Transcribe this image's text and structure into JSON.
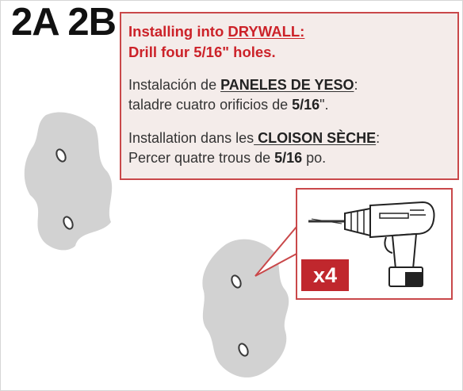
{
  "step": {
    "label": "2A 2B"
  },
  "callout": {
    "en_line1_prefix": "Installing  into ",
    "en_line1_emph": "DRYWALL:",
    "en_line2": "Drill four 5/16\" holes.",
    "es_line1_prefix": "Instalación de ",
    "es_line1_emph": "PANELES DE YESO",
    "es_line1_suffix": ":",
    "es_line2_prefix": "taladre cuatro orificios de ",
    "es_line2_emph": "5/16",
    "es_line2_suffix": "\".",
    "fr_line1_prefix": "Installation dans les",
    "fr_line1_emph": " CLOISON SÈCHE",
    "fr_line1_suffix": ":",
    "fr_line2_prefix": "Percer quatre trous de ",
    "fr_line2_emph": "5/16",
    "fr_line2_suffix": " po."
  },
  "badge": {
    "label": "x4"
  },
  "icons": [
    "drywall-patch-icon",
    "drill-hole-icon",
    "drill-icon"
  ],
  "colors": {
    "accent": "#c0272d",
    "callout_bg": "#f4ecea",
    "patch": "#d2d2d2"
  }
}
